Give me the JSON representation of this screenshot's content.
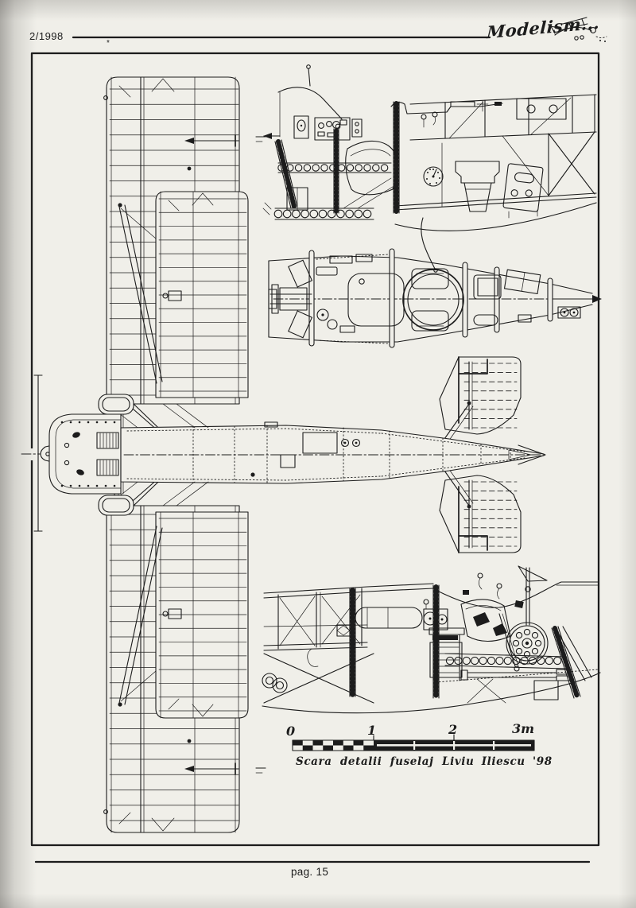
{
  "header": {
    "issue": "2/1998",
    "magazine_title": "Modelism...",
    "corner_mark": "*"
  },
  "footer": {
    "page_label": "pag. 15"
  },
  "scale_bar": {
    "tick_labels": [
      "0",
      "1",
      "2",
      "3m"
    ],
    "caption": "Scara detalii fuselaj",
    "credit": "Liviu Iliescu '98"
  },
  "colors": {
    "ink": "#1c1c1c",
    "paper": "#f0efe9",
    "margin_shadow": "#a9a8a4"
  },
  "icons": {
    "biplane_sketch": "hand-drawn biplane doodle beside magazine title"
  }
}
